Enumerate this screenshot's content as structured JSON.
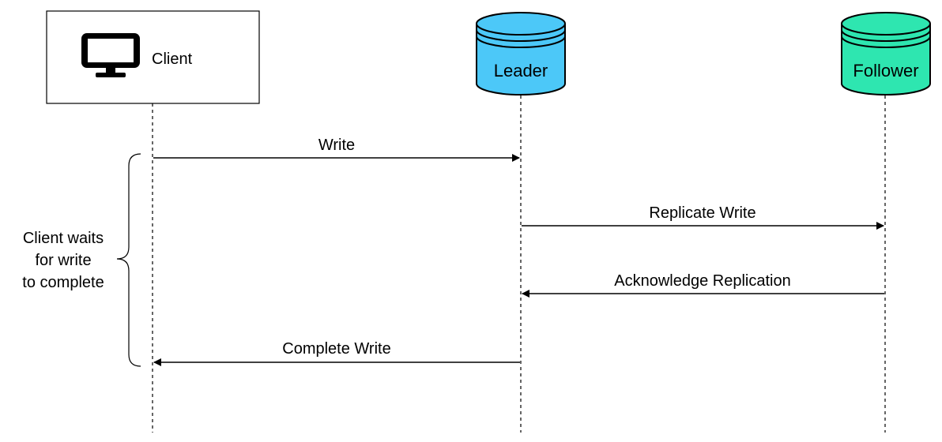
{
  "participants": {
    "client": {
      "label": "Client",
      "icon": "monitor-icon"
    },
    "leader": {
      "label": "Leader",
      "color": "#4cc8f8"
    },
    "follower": {
      "label": "Follower",
      "color": "#2ee6b0"
    }
  },
  "messages": [
    {
      "label": "Write",
      "from": "client",
      "to": "leader"
    },
    {
      "label": "Replicate Write",
      "from": "leader",
      "to": "follower"
    },
    {
      "label": "Acknowledge Replication",
      "from": "follower",
      "to": "leader"
    },
    {
      "label": "Complete Write",
      "from": "leader",
      "to": "client"
    }
  ],
  "annotation": {
    "lines": [
      "Client waits",
      "for write",
      "to complete"
    ]
  }
}
